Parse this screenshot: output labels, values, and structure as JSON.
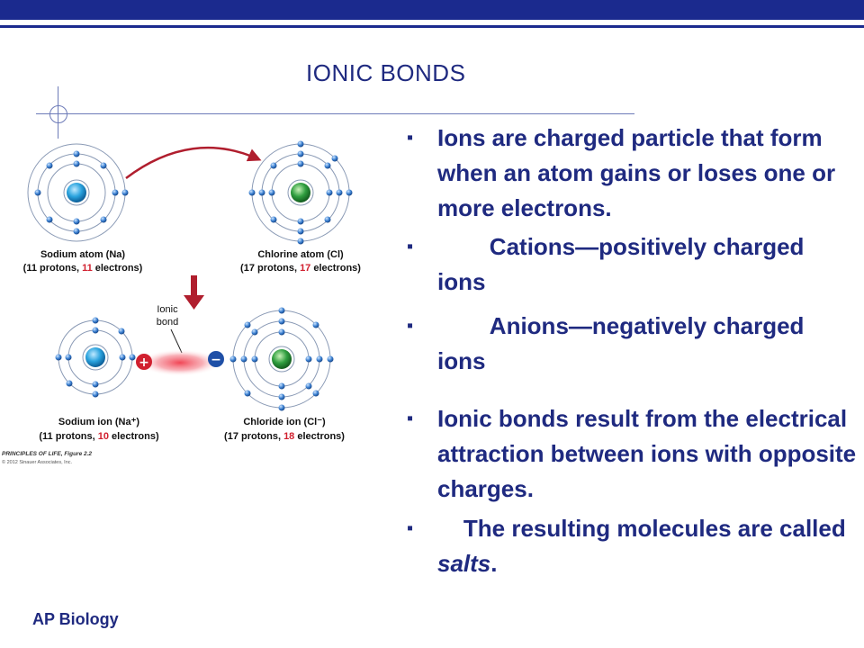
{
  "slide": {
    "title": "IONIC BONDS",
    "footer": "AP Biology",
    "bullet_marker": "▪",
    "colors": {
      "theme": "#1f2a80",
      "bar": "#1b2a8e",
      "arrow": "#b01e2e",
      "sodium": "#2aa3de",
      "chlorine": "#2f9e3f",
      "electron": "#3a7fd0"
    }
  },
  "bullets": [
    {
      "pre": "Ions are charged particle that form when an atom gains or loses one or more electrons.",
      "em": "",
      "post": ""
    },
    {
      "pre": "        Cations—positively charged ions",
      "em": "",
      "post": ""
    },
    {
      "pre": "        Anions—negatively charged ions",
      "em": "",
      "post": ""
    },
    {
      "pre": "Ionic bonds result from the electrical attraction between ions with opposite charges.",
      "em": "",
      "post": ""
    },
    {
      "pre": "    The resulting molecules are called ",
      "em": "salts",
      "post": "."
    }
  ],
  "figure": {
    "sodium_atom": {
      "name": "Sodium atom (Na)",
      "pre": "(11 protons, ",
      "num": "11",
      "post": " electrons)"
    },
    "chlorine_atom": {
      "name": "Chlorine atom (Cl)",
      "pre": "(17 protons, ",
      "num": "17",
      "post": " electrons)"
    },
    "sodium_ion": {
      "name": "Sodium ion (Na⁺)",
      "pre": "(11 protons, ",
      "num": "10",
      "post": " electrons)"
    },
    "chloride_ion": {
      "name": "Chloride ion (Cl⁻)",
      "pre": "(17 protons, ",
      "num": "18",
      "post": " electrons)"
    },
    "ionic_bond_line1": "Ionic",
    "ionic_bond_line2": "bond",
    "plus_sign": "+",
    "minus_sign": "−",
    "credit_title": "PRINCIPLES OF LIFE, Figure 2.2",
    "credit_copy": "© 2012 Sinauer Associates, Inc."
  }
}
